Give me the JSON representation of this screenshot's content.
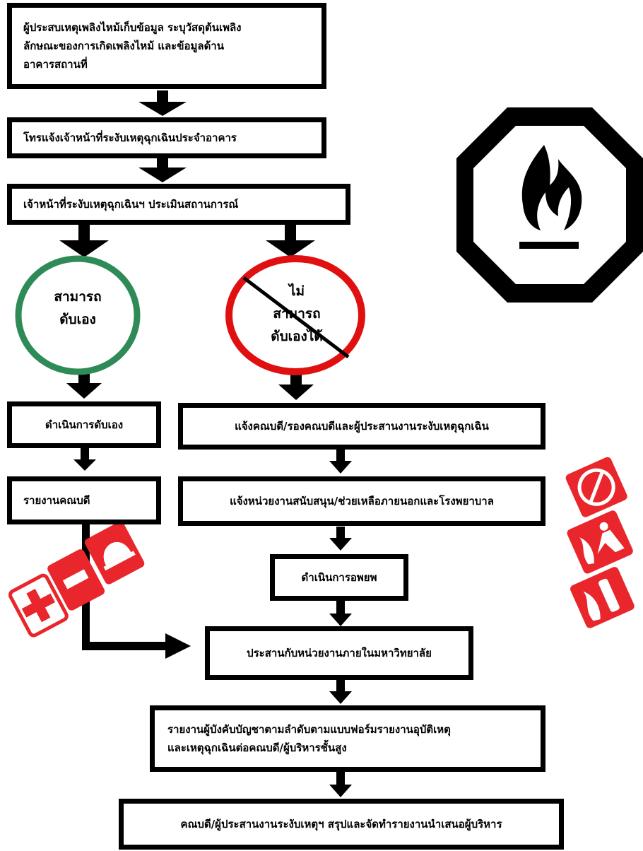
{
  "steps": {
    "collect_info": [
      "ผู้ประสบเหตุเพลิงไหม้เก็บข้อมูล ระบุวัสดุต้นเพลิง",
      "ลักษณะของการเกิดเพลิงไหม้ และข้อมูลด้าน",
      "อาคารสถานที่"
    ],
    "call_staff": "โทรแจ้งเจ้าหน้าที่ระงับเหตุฉุกเฉินประจำอาคาร",
    "assess": "เจ้าหน้าที่ระงับเหตุฉุกเฉินฯ ประเมินสถานการณ์",
    "can_extinguish": [
      "สามารถ",
      "ดับเอง"
    ],
    "cannot_extinguish": [
      "ไม่",
      "สามารถ",
      "ดับเองได้"
    ],
    "extinguish_self": "ดำเนินการดับเอง",
    "report_dean": "รายงานคณบดี",
    "notify_dean": "แจ้งคณบดี/รองคณบดีและผู้ประสานงานระงับเหตุฉุกเฉิน",
    "notify_external": "แจ้งหน่วยงานสนับสนุน/ช่วยเหลือภายนอกและโรงพยาบาล",
    "evacuate": "ดำเนินการอพยพ",
    "coordinate": "ประสานกับหน่วยงานภายในมหาวิทยาลัย",
    "report_command": [
      "รายงานผู้บังคับบัญชาตามลำดับตามแบบฟอร์มรายงานอุบัติเหตุ",
      "และเหตุฉุกเฉินต่อคณบดี/ผู้บริหารชั้นสูง"
    ],
    "final_report": "คณบดี/ผู้ประสานงานระงับเหตุฯ สรุปและจัดทำรายงานนำเสนอผู้บริหาร"
  },
  "icons": {
    "flammable_sign": "flammable-warning-icon",
    "safety_left": "first-aid-fire-safety-icons",
    "safety_right": "fire-equipment-icons"
  },
  "colors": {
    "can_circle": "#2e8b57",
    "cannot_circle": "#e01010",
    "sign_red": "#e8262b"
  }
}
